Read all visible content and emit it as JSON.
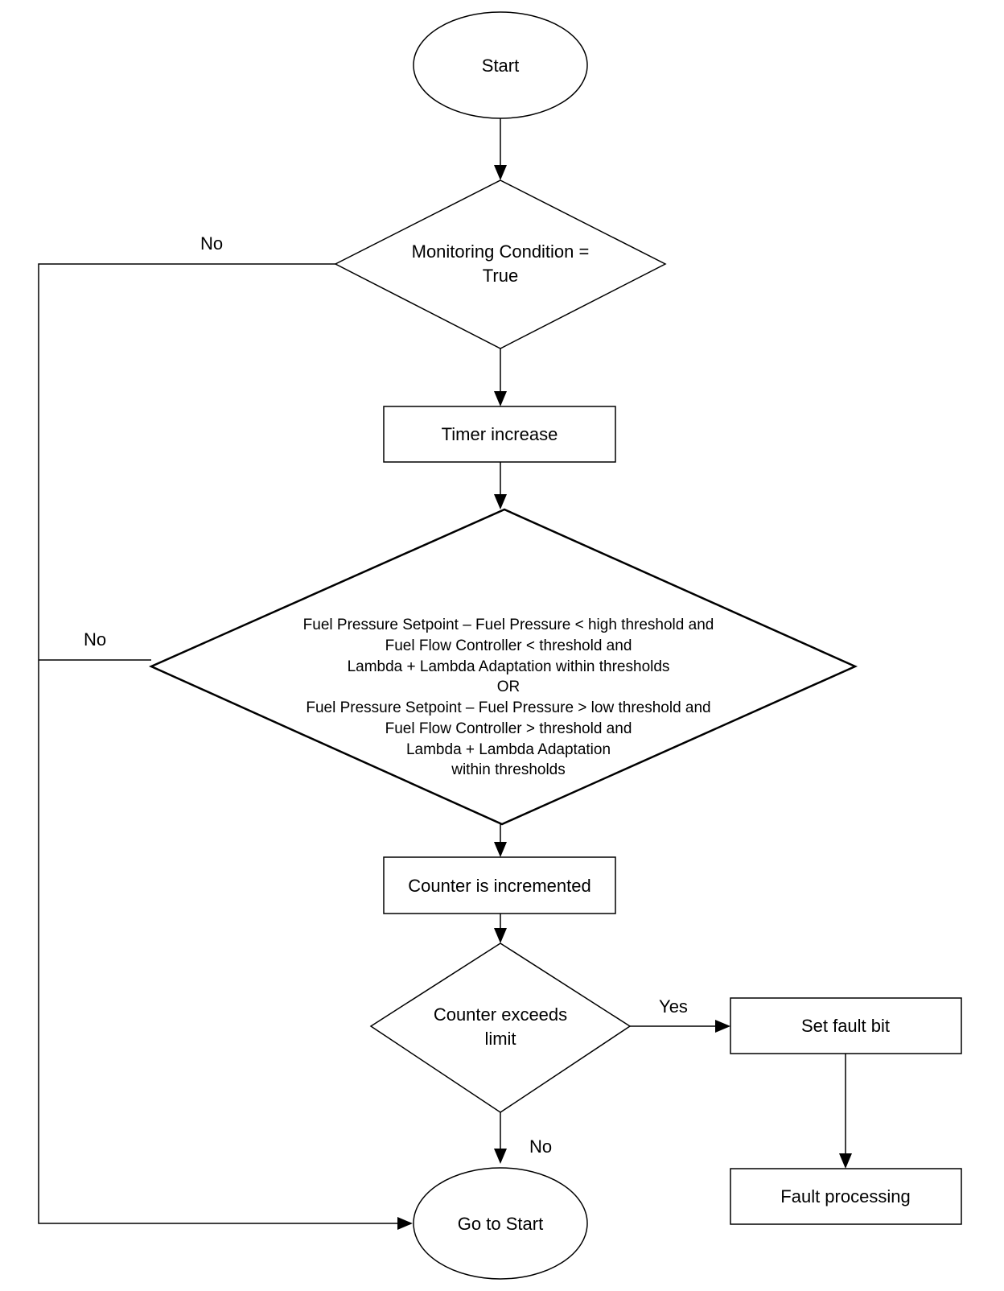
{
  "nodes": {
    "start": "Start",
    "monitoring_condition": [
      "Monitoring Condition =",
      "True"
    ],
    "timer_increase": "Timer increase",
    "fuel_condition": [
      "Fuel Pressure Setpoint – Fuel Pressure < high threshold and",
      "Fuel Flow Controller < threshold and",
      "Lambda + Lambda Adaptation within thresholds",
      "OR",
      "Fuel Pressure Setpoint – Fuel Pressure > low threshold and",
      "Fuel Flow Controller > threshold and",
      "Lambda + Lambda Adaptation",
      "within thresholds"
    ],
    "counter_incremented": "Counter is incremented",
    "counter_exceeds": [
      "Counter exceeds",
      "limit"
    ],
    "set_fault_bit": "Set fault bit",
    "fault_processing": "Fault processing",
    "go_to_start": "Go to Start"
  },
  "edge_labels": {
    "monitoring_no": "No",
    "fuel_no": "No",
    "counter_yes": "Yes",
    "counter_no": "No"
  }
}
